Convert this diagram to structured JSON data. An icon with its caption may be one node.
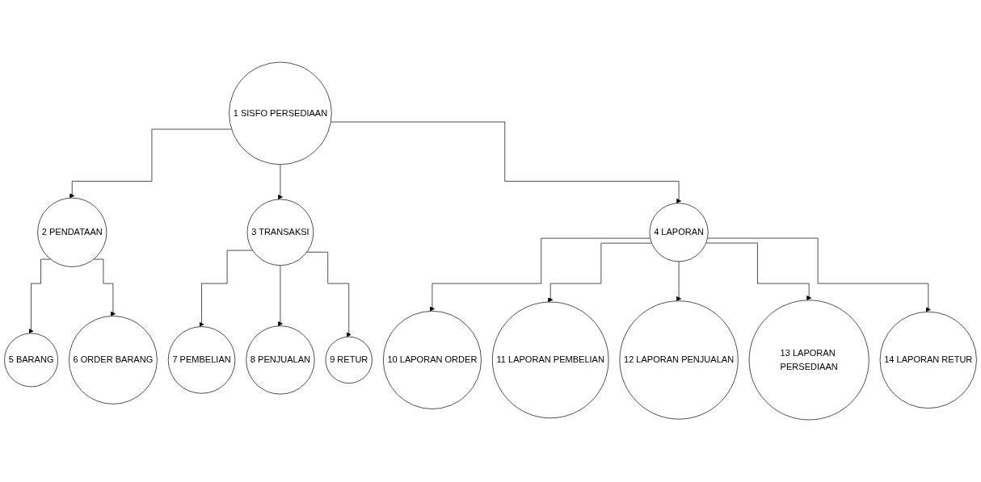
{
  "diagram": {
    "nodes": [
      {
        "text": [
          "1 SISFO PERSEDIAAN"
        ]
      },
      {
        "text": [
          "2 PENDATAAN"
        ]
      },
      {
        "text": [
          "3 TRANSAKSI"
        ]
      },
      {
        "text": [
          "4 LAPORAN"
        ]
      },
      {
        "text": [
          "5 BARANG"
        ]
      },
      {
        "text": [
          "6 ORDER BARANG"
        ]
      },
      {
        "text": [
          "7 PEMBELIAN"
        ]
      },
      {
        "text": [
          "8 PENJUALAN"
        ]
      },
      {
        "text": [
          "9 RETUR"
        ]
      },
      {
        "text": [
          "10 LAPORAN ORDER"
        ]
      },
      {
        "text": [
          "11 LAPORAN PEMBELIAN"
        ]
      },
      {
        "text": [
          "12 LAPORAN PENJUALAN"
        ]
      },
      {
        "text": [
          "13 LAPORAN PERSEDIAAN"
        ]
      },
      {
        "text": [
          "14 LAPORAN RETUR"
        ]
      }
    ],
    "edges": [
      {
        "from": 0,
        "to": 1,
        "arrow": "to"
      },
      {
        "from": 0,
        "to": 2,
        "arrow": "to"
      },
      {
        "from": 0,
        "to": 3,
        "arrow": "to"
      },
      {
        "from": 1,
        "to": 4,
        "arrow": "to"
      },
      {
        "from": 1,
        "to": 5,
        "arrow": "to"
      },
      {
        "from": 2,
        "to": 6,
        "arrow": "to"
      },
      {
        "from": 2,
        "to": 7,
        "arrow": "to"
      },
      {
        "from": 2,
        "to": 8,
        "arrow": "to"
      },
      {
        "from": 3,
        "to": 9,
        "arrow": "to"
      },
      {
        "from": 3,
        "to": 10,
        "arrow": "to"
      },
      {
        "from": 3,
        "to": 11,
        "arrow": "to"
      },
      {
        "from": 3,
        "to": 12,
        "arrow": "to"
      },
      {
        "from": 3,
        "to": 13,
        "arrow": "to"
      }
    ]
  }
}
